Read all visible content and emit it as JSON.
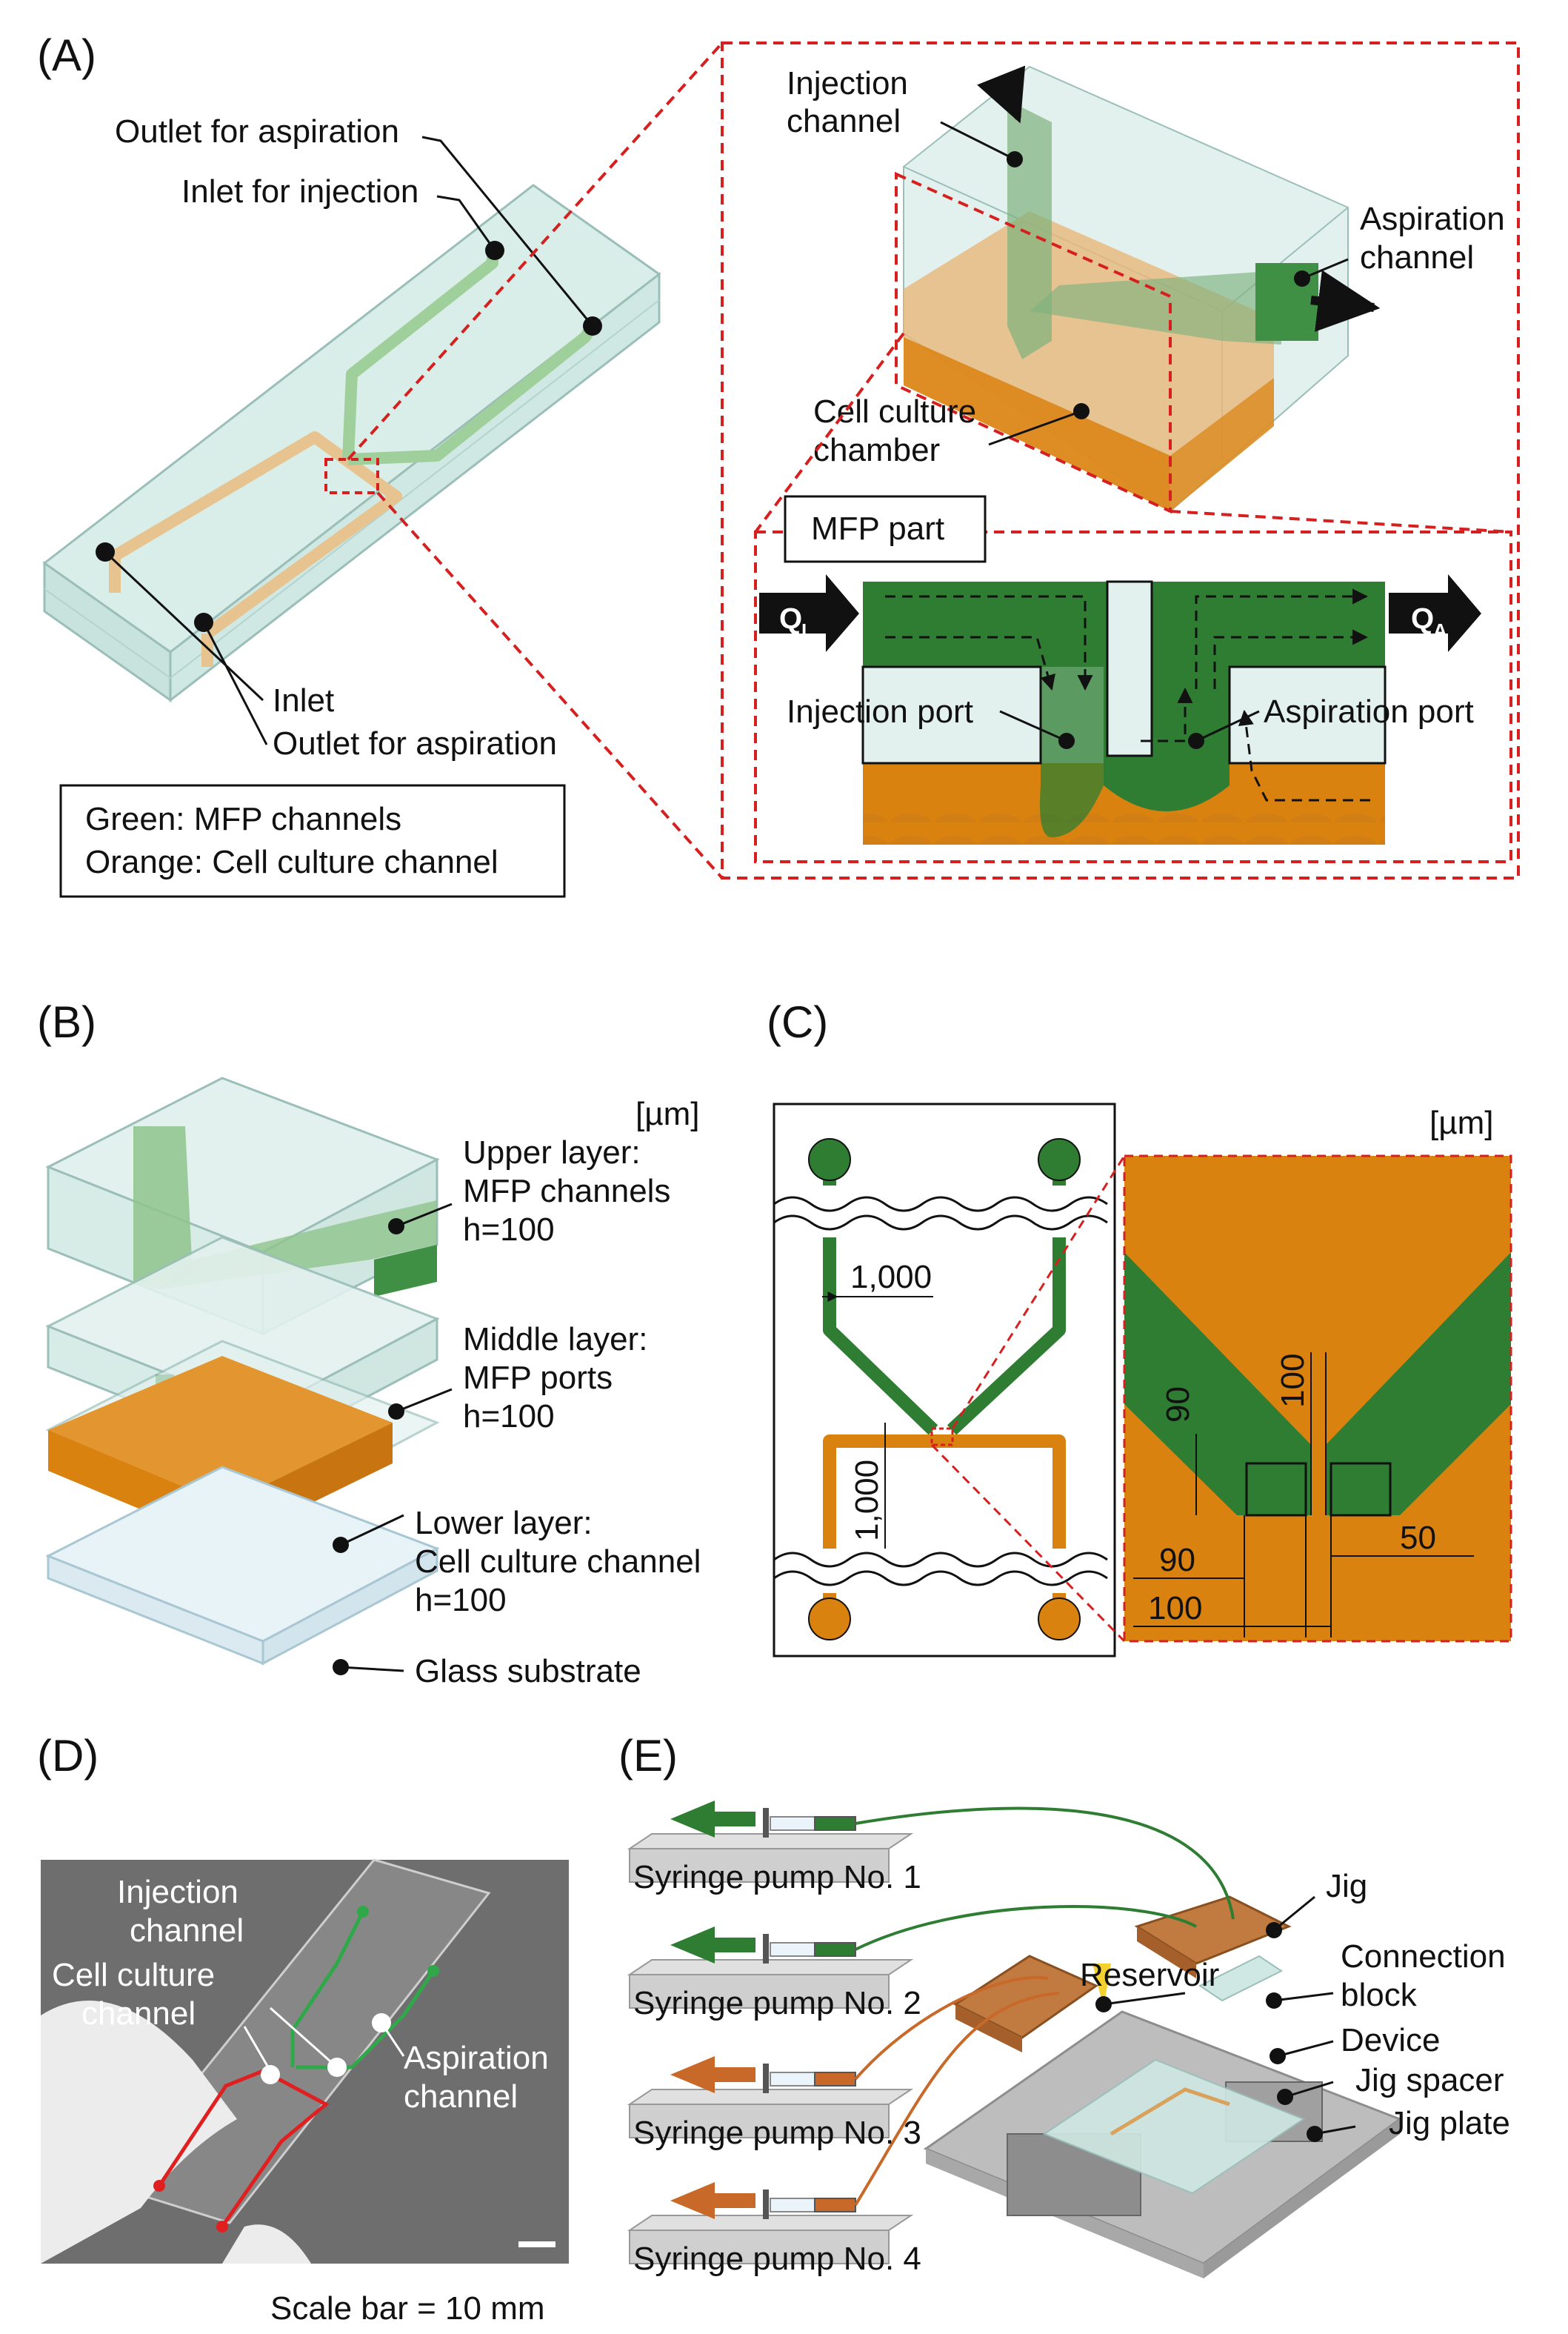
{
  "panels": {
    "a": {
      "tag": "(A)",
      "labels": {
        "outlet_top": "Outlet for aspiration",
        "inlet_injection": "Inlet for injection",
        "inlet": "Inlet",
        "outlet_bottom": "Outlet for aspiration",
        "injection_channel_1": "Injection",
        "injection_channel_2": "channel",
        "aspiration_channel_1": "Aspiration",
        "aspiration_channel_2": "channel",
        "cell_chamber_1": "Cell culture",
        "cell_chamber_2": "chamber",
        "mfp_part": "MFP part",
        "qi": "Q",
        "qi_sub": "I",
        "qa": "Q",
        "qa_sub": "A",
        "injection_port": "Injection port",
        "aspiration_port": "Aspiration port"
      },
      "legend": {
        "line1": "Green: MFP channels",
        "line2": "Orange: Cell culture channel"
      }
    },
    "b": {
      "tag": "(B)",
      "unit": "[µm]",
      "upper_1": "Upper layer:",
      "upper_2": "MFP channels",
      "upper_3": "h=100",
      "middle_1": "Middle layer:",
      "middle_2": "MFP ports",
      "middle_3": "h=100",
      "lower_1": "Lower layer:",
      "lower_2": "Cell culture channel",
      "lower_3": "h=100",
      "glass": "Glass substrate"
    },
    "c": {
      "tag": "(C)",
      "unit": "[µm]",
      "dim_1000_h": "1,000",
      "dim_1000_v": "1,000",
      "dim_90_v": "90",
      "dim_100_v": "100",
      "dim_90_h": "90",
      "dim_100_h": "100",
      "dim_50": "50"
    },
    "d": {
      "tag": "(D)",
      "injection_1": "Injection",
      "injection_2": "channel",
      "cell_1": "Cell culture",
      "cell_2": "channel",
      "aspiration_1": "Aspiration",
      "aspiration_2": "channel",
      "scale": "Scale bar = 10 mm"
    },
    "e": {
      "tag": "(E)",
      "pump1": "Syringe pump No. 1",
      "pump2": "Syringe pump No. 2",
      "pump3": "Syringe pump No. 3",
      "pump4": "Syringe pump No. 4",
      "jig": "Jig",
      "connection_1": "Connection",
      "connection_2": "block",
      "reservoir": "Reservoir",
      "device": "Device",
      "jig_spacer": "Jig spacer",
      "jig_plate": "Jig plate"
    }
  },
  "colors": {
    "green": "#2e7d32",
    "light_green": "#a9d7b0",
    "orange": "#d9820f",
    "red_dash": "#d62020"
  }
}
